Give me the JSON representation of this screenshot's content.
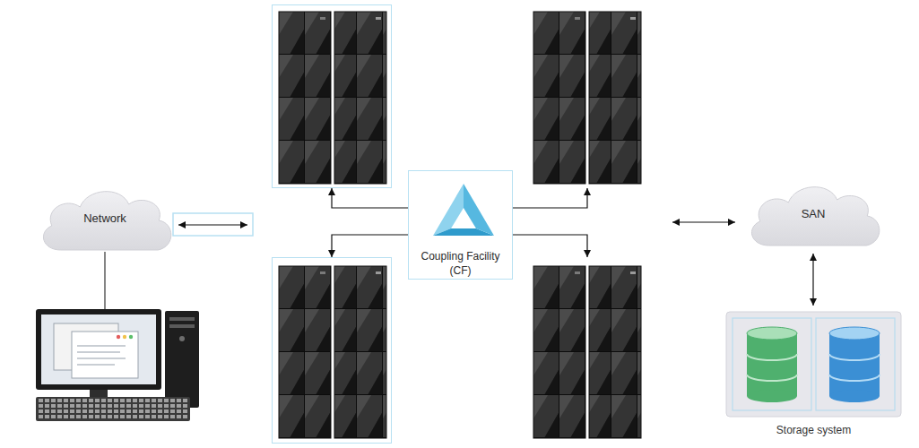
{
  "diagram": {
    "nodes": [
      {
        "text": [
          "Network"
        ]
      },
      {
        "text": []
      },
      {
        "text": []
      },
      {
        "text": [
          "Coupling Facility (CF)"
        ]
      },
      {
        "text": [
          "SAN"
        ]
      },
      {
        "text": []
      },
      {
        "text": []
      },
      {
        "text": [
          "Storage system"
        ]
      }
    ],
    "edges": [
      {
        "from": 3,
        "to": 1,
        "arrow": "to"
      },
      {
        "from": 3,
        "to": 2,
        "arrow": "to"
      },
      {
        "from": 3,
        "to": 5,
        "arrow": "to"
      },
      {
        "from": 3,
        "to": 6,
        "arrow": "to"
      },
      {
        "from": 4,
        "to": 7,
        "arrow": "both"
      }
    ]
  }
}
